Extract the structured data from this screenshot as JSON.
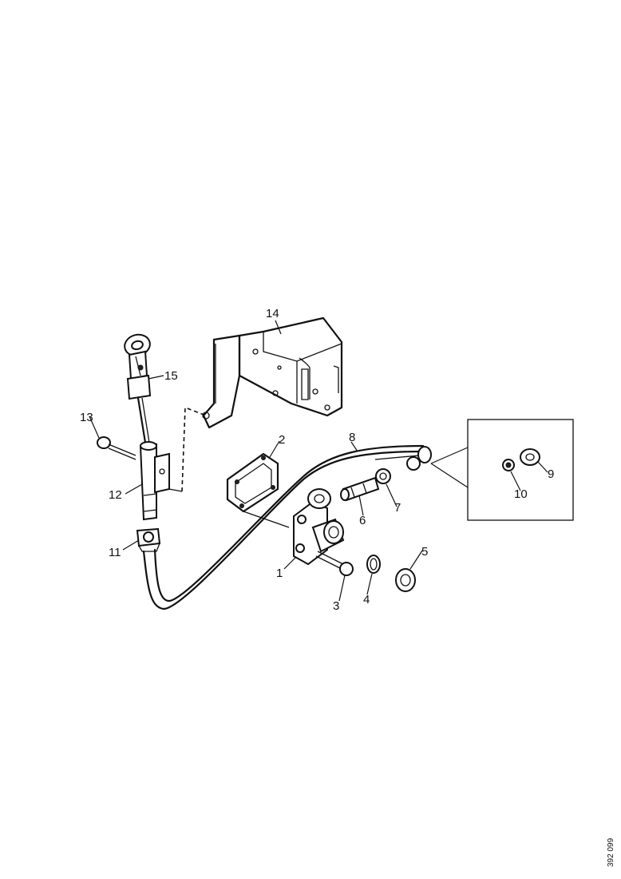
{
  "callouts": {
    "c1": "1",
    "c2": "2",
    "c3": "3",
    "c4": "4",
    "c5": "5",
    "c6": "6",
    "c7": "7",
    "c8": "8",
    "c9": "9",
    "c10": "10",
    "c11": "11",
    "c12": "12",
    "c13": "13",
    "c14": "14",
    "c15": "15"
  },
  "reference_code": "392 099",
  "colors": {
    "ink": "#111111",
    "background": "#ffffff"
  }
}
